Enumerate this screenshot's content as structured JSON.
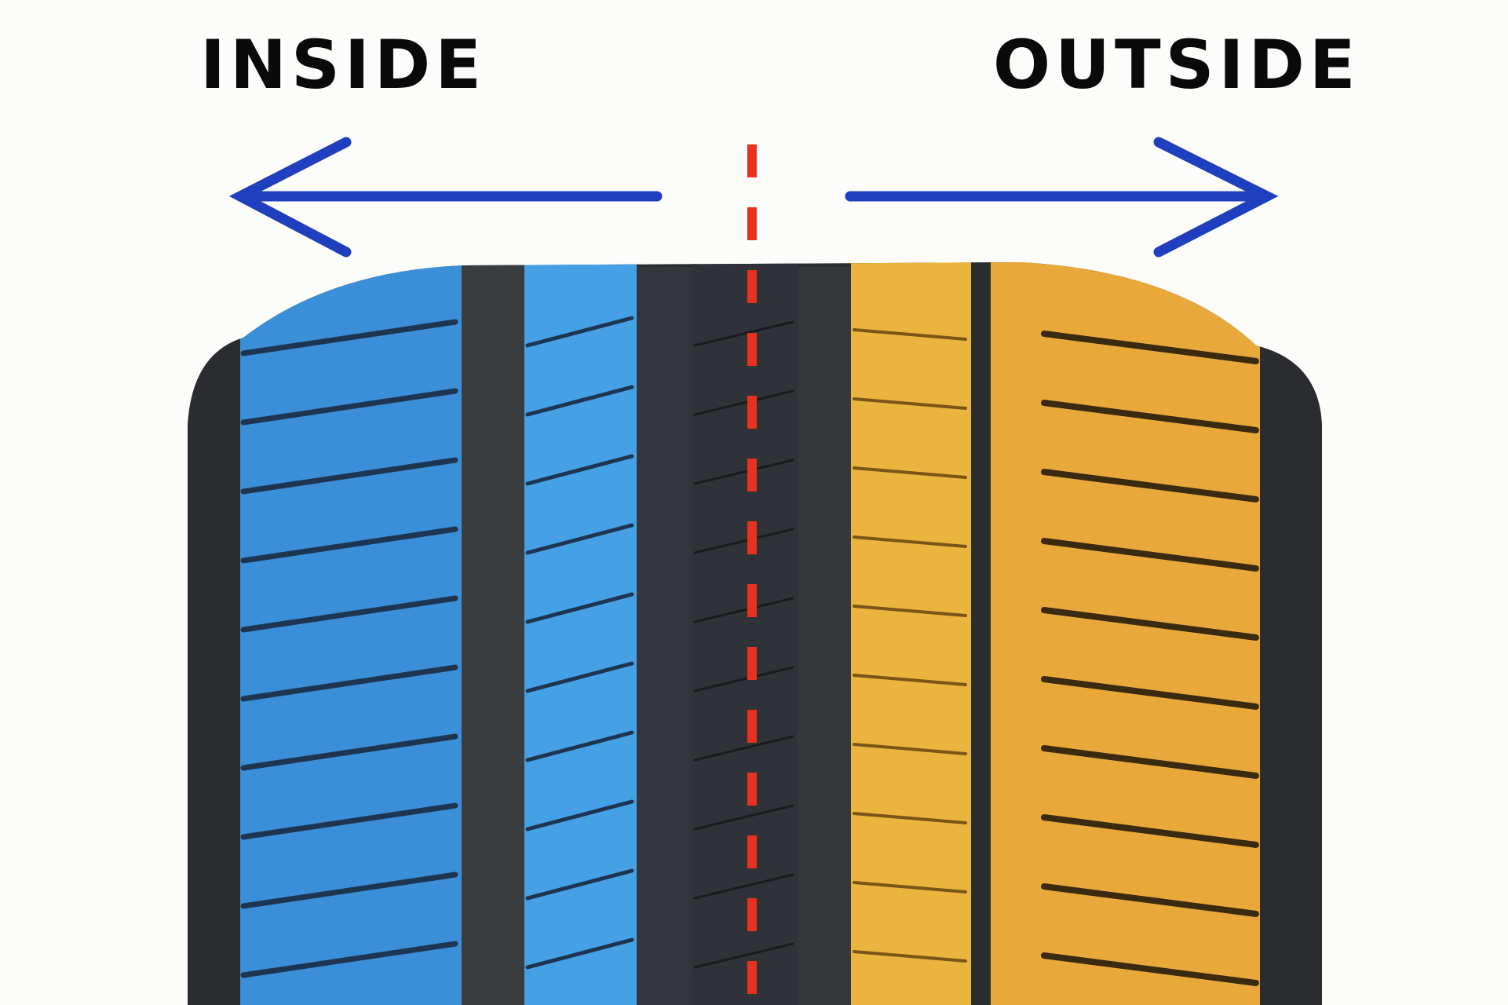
{
  "labels": {
    "inside": "INSIDE",
    "outside": "OUTSIDE"
  },
  "colors": {
    "inside_zone": "#3b8fd9",
    "outside_zone": "#e8a93a",
    "center_zone": "#2e3134",
    "arrow": "#1f3fbf",
    "centerline": "#e8321e",
    "background": "#fcfcfa"
  },
  "icons": [
    "arrow-left-icon",
    "arrow-right-icon",
    "centerline-dashed"
  ]
}
